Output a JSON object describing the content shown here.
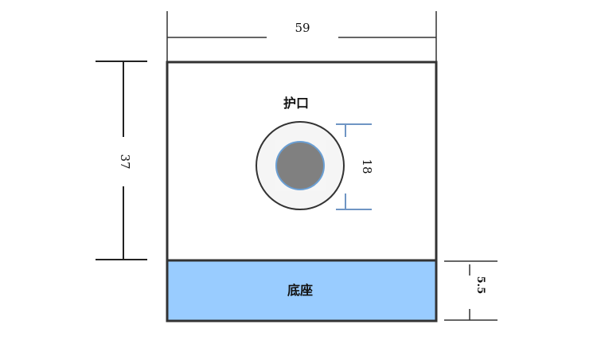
{
  "dimensions": {
    "width_label": "59",
    "height_label": "37",
    "hole_label": "18",
    "base_label": "5.5"
  },
  "labels": {
    "guard": "护口",
    "base": "底座"
  },
  "colors": {
    "base_fill": "#99ccff",
    "hole_fill": "#808080",
    "hole_stroke": "#6a9fd4",
    "dim_blue": "#6f95c4"
  }
}
